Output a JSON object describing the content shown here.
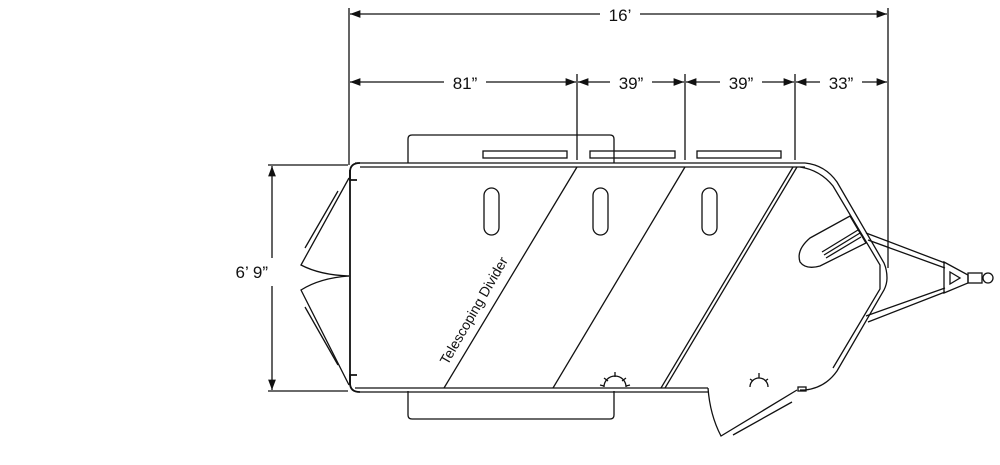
{
  "dimensions": {
    "overall_length": "16’",
    "width": "6’ 9”",
    "sections": [
      "81”",
      "39”",
      "39”",
      "33”"
    ]
  },
  "labels": {
    "divider": "Telescoping Divider"
  },
  "colors": {
    "line": "#111111",
    "background": "#ffffff"
  }
}
